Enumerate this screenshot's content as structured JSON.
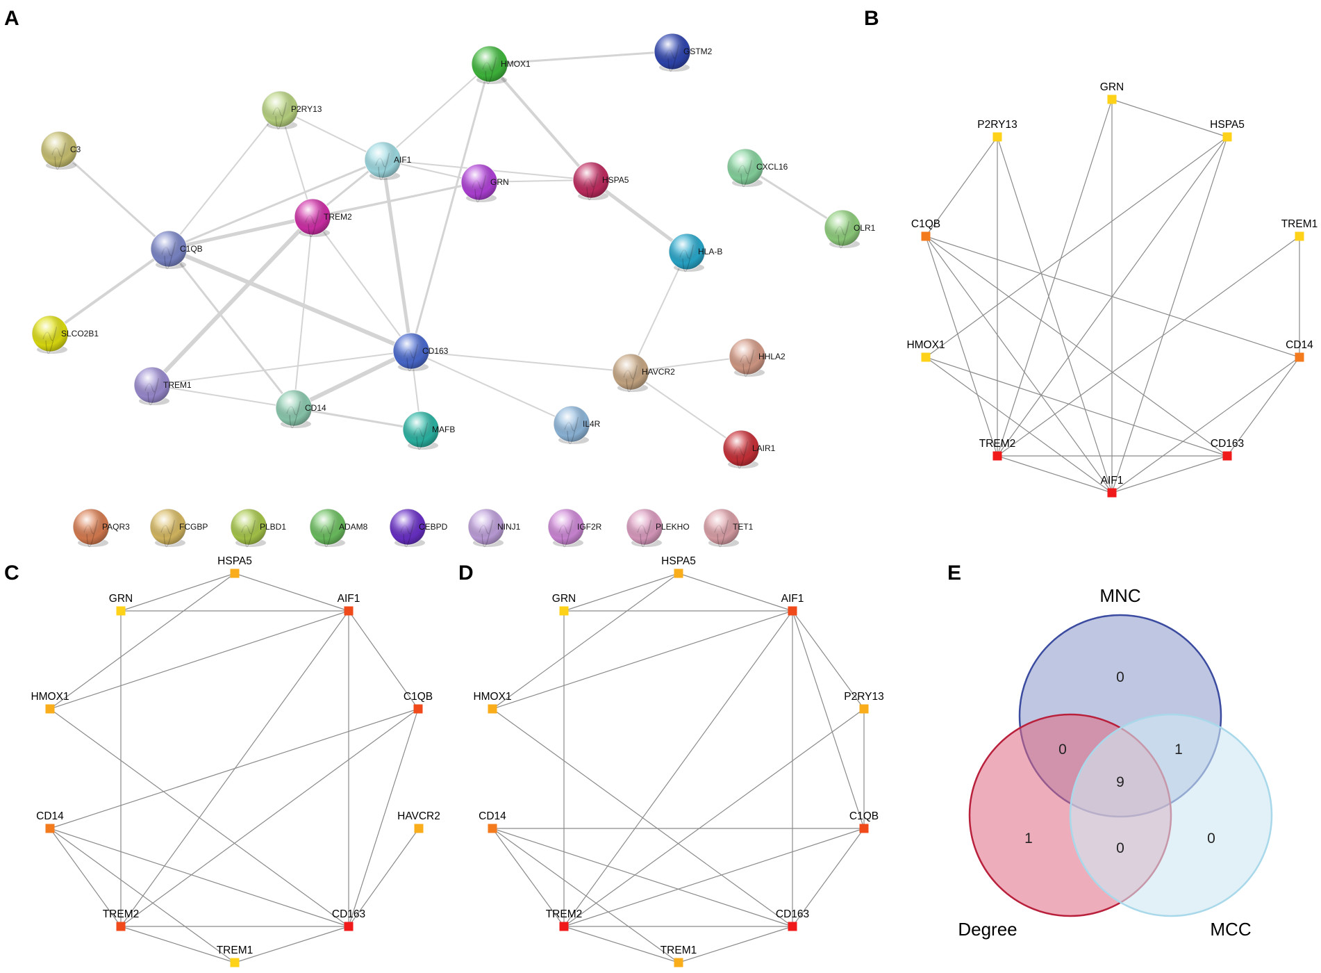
{
  "panels": {
    "A": {
      "letter": "A",
      "nodes": [
        {
          "id": "C3",
          "label": "C3",
          "color": "#c8c070"
        },
        {
          "id": "P2RY13",
          "label": "P2RY13",
          "color": "#b9d480"
        },
        {
          "id": "HMOX1",
          "label": "HMOX1",
          "color": "#3fb83c"
        },
        {
          "id": "GSTM2",
          "label": "GSTM2",
          "color": "#2f45b0"
        },
        {
          "id": "AIF1",
          "label": "AIF1",
          "color": "#9edbe3"
        },
        {
          "id": "GRN",
          "label": "GRN",
          "color": "#b040d8"
        },
        {
          "id": "HSPA5",
          "label": "HSPA5",
          "color": "#c02b60"
        },
        {
          "id": "CXCL16",
          "label": "CXCL16",
          "color": "#86d49e"
        },
        {
          "id": "TREM2",
          "label": "TREM2",
          "color": "#d02fa8"
        },
        {
          "id": "OLR1",
          "label": "OLR1",
          "color": "#8fcf7c"
        },
        {
          "id": "C1QB",
          "label": "C1QB",
          "color": "#7b86c8"
        },
        {
          "id": "HLA-B",
          "label": "HLA-B",
          "color": "#28a8cc"
        },
        {
          "id": "SLCO2B1",
          "label": "SLCO2B1",
          "color": "#dede10"
        },
        {
          "id": "CD163",
          "label": "CD163",
          "color": "#4a6ad0"
        },
        {
          "id": "TREM1",
          "label": "TREM1",
          "color": "#9a8bd0"
        },
        {
          "id": "HAVCR2",
          "label": "HAVCR2",
          "color": "#c8a884"
        },
        {
          "id": "HHLA2",
          "label": "HHLA2",
          "color": "#d49a86"
        },
        {
          "id": "CD14",
          "label": "CD14",
          "color": "#8ccbb0"
        },
        {
          "id": "MAFB",
          "label": "MAFB",
          "color": "#2bb5a4"
        },
        {
          "id": "IL4R",
          "label": "IL4R",
          "color": "#8fb8dc"
        },
        {
          "id": "LAIR1",
          "label": "LAIR1",
          "color": "#c83038"
        },
        {
          "id": "PAQR3",
          "label": "PAQR3",
          "color": "#d87c50"
        },
        {
          "id": "FCGBP",
          "label": "FCGBP",
          "color": "#d8ba62"
        },
        {
          "id": "PLBD1",
          "label": "PLBD1",
          "color": "#a8c84a"
        },
        {
          "id": "ADAM8",
          "label": "ADAM8",
          "color": "#6cc060"
        },
        {
          "id": "CEBPD",
          "label": "CEBPD",
          "color": "#6a30c8"
        },
        {
          "id": "NINJ1",
          "label": "NINJ1",
          "color": "#bfa0dc"
        },
        {
          "id": "IGF2R",
          "label": "IGF2R",
          "color": "#cf88d8"
        },
        {
          "id": "PLEKHO",
          "label": "PLEKHO",
          "color": "#dc9cc0"
        },
        {
          "id": "TET1",
          "label": "TET1",
          "color": "#dca0a8"
        }
      ],
      "edges": [
        [
          "HMOX1",
          "GSTM2",
          3
        ],
        [
          "HMOX1",
          "AIF1",
          2
        ],
        [
          "HMOX1",
          "HSPA5",
          4
        ],
        [
          "HMOX1",
          "CD163",
          3
        ],
        [
          "P2RY13",
          "AIF1",
          2
        ],
        [
          "P2RY13",
          "TREM2",
          2
        ],
        [
          "P2RY13",
          "C1QB",
          2
        ],
        [
          "C3",
          "C1QB",
          3
        ],
        [
          "AIF1",
          "GRN",
          2
        ],
        [
          "AIF1",
          "HSPA5",
          2
        ],
        [
          "AIF1",
          "TREM2",
          3
        ],
        [
          "AIF1",
          "C1QB",
          3
        ],
        [
          "AIF1",
          "CD163",
          5
        ],
        [
          "GRN",
          "HSPA5",
          2
        ],
        [
          "GRN",
          "TREM2",
          2
        ],
        [
          "GRN",
          "C1QB",
          3
        ],
        [
          "HSPA5",
          "HLA-B",
          5
        ],
        [
          "CXCL16",
          "OLR1",
          3
        ],
        [
          "TREM2",
          "C1QB",
          5
        ],
        [
          "TREM2",
          "CD163",
          2
        ],
        [
          "TREM2",
          "TREM1",
          6
        ],
        [
          "TREM2",
          "CD14",
          2
        ],
        [
          "C1QB",
          "CD163",
          6
        ],
        [
          "C1QB",
          "SLCO2B1",
          4
        ],
        [
          "C1QB",
          "CD14",
          3
        ],
        [
          "HLA-B",
          "HAVCR2",
          2
        ],
        [
          "CD163",
          "TREM1",
          2
        ],
        [
          "CD163",
          "CD14",
          6
        ],
        [
          "CD163",
          "MAFB",
          2
        ],
        [
          "CD163",
          "IL4R",
          2
        ],
        [
          "CD163",
          "HAVCR2",
          2
        ],
        [
          "TREM1",
          "CD14",
          2
        ],
        [
          "CD14",
          "MAFB",
          3
        ],
        [
          "HAVCR2",
          "HHLA2",
          2
        ],
        [
          "HAVCR2",
          "LAIR1",
          2
        ]
      ]
    },
    "B": {
      "letter": "B",
      "nodes": [
        {
          "id": "GRN",
          "label": "GRN",
          "color": "#ffd21a"
        },
        {
          "id": "HSPA5",
          "label": "HSPA5",
          "color": "#ffd21a"
        },
        {
          "id": "TREM1",
          "label": "TREM1",
          "color": "#ffd21a"
        },
        {
          "id": "CD14",
          "label": "CD14",
          "color": "#f47a1e"
        },
        {
          "id": "CD163",
          "label": "CD163",
          "color": "#f01a1a"
        },
        {
          "id": "AIF1",
          "label": "AIF1",
          "color": "#f01a1a"
        },
        {
          "id": "TREM2",
          "label": "TREM2",
          "color": "#f01a1a"
        },
        {
          "id": "HMOX1",
          "label": "HMOX1",
          "color": "#ffd21a"
        },
        {
          "id": "C1QB",
          "label": "C1QB",
          "color": "#f47a1e"
        },
        {
          "id": "P2RY13",
          "label": "P2RY13",
          "color": "#ffd21a"
        }
      ],
      "edges": [
        [
          "GRN",
          "HSPA5"
        ],
        [
          "GRN",
          "TREM2"
        ],
        [
          "GRN",
          "AIF1"
        ],
        [
          "P2RY13",
          "C1QB"
        ],
        [
          "P2RY13",
          "TREM2"
        ],
        [
          "P2RY13",
          "AIF1"
        ],
        [
          "HSPA5",
          "HMOX1"
        ],
        [
          "HSPA5",
          "AIF1"
        ],
        [
          "HSPA5",
          "TREM2"
        ],
        [
          "C1QB",
          "TREM2"
        ],
        [
          "C1QB",
          "AIF1"
        ],
        [
          "C1QB",
          "CD163"
        ],
        [
          "C1QB",
          "CD14"
        ],
        [
          "TREM1",
          "CD14"
        ],
        [
          "TREM1",
          "TREM2"
        ],
        [
          "HMOX1",
          "AIF1"
        ],
        [
          "HMOX1",
          "CD163"
        ],
        [
          "CD14",
          "CD163"
        ],
        [
          "CD14",
          "AIF1"
        ],
        [
          "TREM2",
          "CD163"
        ],
        [
          "TREM2",
          "AIF1"
        ],
        [
          "CD163",
          "AIF1"
        ]
      ]
    },
    "C": {
      "letter": "C",
      "nodes": [
        {
          "id": "HSPA5",
          "label": "HSPA5",
          "color": "#f9ad1a"
        },
        {
          "id": "AIF1",
          "label": "AIF1",
          "color": "#f04a1a"
        },
        {
          "id": "C1QB",
          "label": "C1QB",
          "color": "#f04a1a"
        },
        {
          "id": "HAVCR2",
          "label": "HAVCR2",
          "color": "#f9ad1a"
        },
        {
          "id": "CD163",
          "label": "CD163",
          "color": "#f01a1a"
        },
        {
          "id": "TREM1",
          "label": "TREM1",
          "color": "#ffd21a"
        },
        {
          "id": "TREM2",
          "label": "TREM2",
          "color": "#f04a1a"
        },
        {
          "id": "CD14",
          "label": "CD14",
          "color": "#f47a1e"
        },
        {
          "id": "HMOX1",
          "label": "HMOX1",
          "color": "#f9ad1a"
        },
        {
          "id": "GRN",
          "label": "GRN",
          "color": "#ffd21a"
        }
      ],
      "edges": [
        [
          "HSPA5",
          "GRN"
        ],
        [
          "HSPA5",
          "AIF1"
        ],
        [
          "HSPA5",
          "HMOX1"
        ],
        [
          "GRN",
          "AIF1"
        ],
        [
          "GRN",
          "TREM2"
        ],
        [
          "AIF1",
          "HMOX1"
        ],
        [
          "AIF1",
          "C1QB"
        ],
        [
          "AIF1",
          "TREM2"
        ],
        [
          "AIF1",
          "CD163"
        ],
        [
          "C1QB",
          "CD14"
        ],
        [
          "C1QB",
          "TREM2"
        ],
        [
          "C1QB",
          "CD163"
        ],
        [
          "HMOX1",
          "CD163"
        ],
        [
          "CD14",
          "TREM2"
        ],
        [
          "CD14",
          "TREM1"
        ],
        [
          "CD14",
          "CD163"
        ],
        [
          "HAVCR2",
          "CD163"
        ],
        [
          "TREM2",
          "CD163"
        ],
        [
          "TREM2",
          "TREM1"
        ],
        [
          "TREM1",
          "CD163"
        ]
      ]
    },
    "D": {
      "letter": "D",
      "nodes": [
        {
          "id": "HSPA5",
          "label": "HSPA5",
          "color": "#f9ad1a"
        },
        {
          "id": "AIF1",
          "label": "AIF1",
          "color": "#f04a1a"
        },
        {
          "id": "P2RY13",
          "label": "P2RY13",
          "color": "#f9ad1a"
        },
        {
          "id": "C1QB",
          "label": "C1QB",
          "color": "#f04a1a"
        },
        {
          "id": "CD163",
          "label": "CD163",
          "color": "#f01a1a"
        },
        {
          "id": "TREM1",
          "label": "TREM1",
          "color": "#f9ad1a"
        },
        {
          "id": "TREM2",
          "label": "TREM2",
          "color": "#f01a1a"
        },
        {
          "id": "CD14",
          "label": "CD14",
          "color": "#f47a1e"
        },
        {
          "id": "HMOX1",
          "label": "HMOX1",
          "color": "#f9ad1a"
        },
        {
          "id": "GRN",
          "label": "GRN",
          "color": "#ffd21a"
        }
      ],
      "edges": [
        [
          "HSPA5",
          "GRN"
        ],
        [
          "HSPA5",
          "AIF1"
        ],
        [
          "HSPA5",
          "HMOX1"
        ],
        [
          "GRN",
          "AIF1"
        ],
        [
          "GRN",
          "TREM2"
        ],
        [
          "AIF1",
          "HMOX1"
        ],
        [
          "AIF1",
          "P2RY13"
        ],
        [
          "AIF1",
          "C1QB"
        ],
        [
          "AIF1",
          "TREM2"
        ],
        [
          "AIF1",
          "CD163"
        ],
        [
          "P2RY13",
          "C1QB"
        ],
        [
          "P2RY13",
          "TREM2"
        ],
        [
          "C1QB",
          "CD14"
        ],
        [
          "C1QB",
          "TREM2"
        ],
        [
          "C1QB",
          "CD163"
        ],
        [
          "HMOX1",
          "CD163"
        ],
        [
          "CD14",
          "TREM2"
        ],
        [
          "CD14",
          "TREM1"
        ],
        [
          "CD14",
          "CD163"
        ],
        [
          "TREM2",
          "CD163"
        ],
        [
          "TREM2",
          "TREM1"
        ],
        [
          "TREM1",
          "CD163"
        ]
      ]
    },
    "E": {
      "letter": "E",
      "sets": [
        {
          "key": "mnc",
          "name": "MNC",
          "fill": "#b4bcdc",
          "stroke": "#3b4ba0"
        },
        {
          "key": "degree",
          "name": "Degree",
          "fill": "#e06a82",
          "stroke": "#b8203c"
        },
        {
          "key": "mcc",
          "name": "MCC",
          "fill": "#cfe8f2",
          "stroke": "#a8d8ea"
        }
      ],
      "regions": {
        "mnc_only": "0",
        "degree_only": "1",
        "mcc_only": "0",
        "mnc_degree": "0",
        "mnc_mcc": "1",
        "degree_mcc": "0",
        "all": "9"
      }
    }
  }
}
